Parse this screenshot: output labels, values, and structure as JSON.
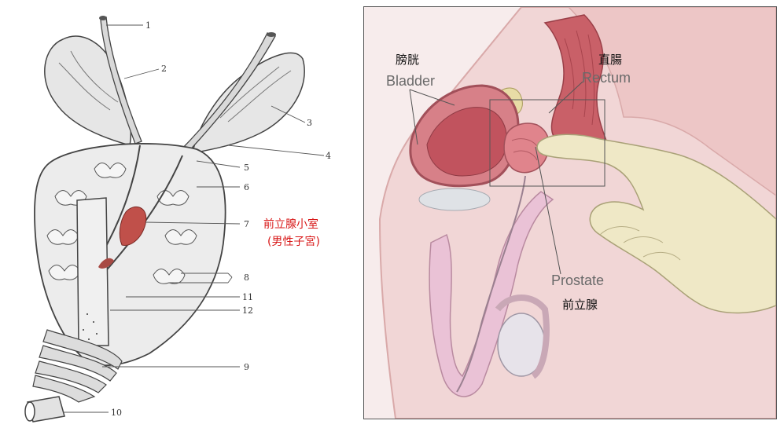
{
  "left_diagram": {
    "numbers": [
      "1",
      "2",
      "3",
      "4",
      "5",
      "6",
      "7",
      "8",
      "9",
      "10",
      "11",
      "12"
    ],
    "annotation_line1": "前立腺小室",
    "annotation_line2": "(男性子宮)",
    "annotation_color": "#d81818"
  },
  "right_diagram": {
    "bladder_cn": "膀胱",
    "bladder_en": "Bladder",
    "rectum_cn": "直腸",
    "rectum_en": "Rectum",
    "prostate_en": "Prostate",
    "prostate_cn": "前立腺"
  },
  "colors": {
    "skin": "#f3dcdc",
    "organ": "#c9707a",
    "glove": "#efe8c6",
    "line": "#444444"
  }
}
